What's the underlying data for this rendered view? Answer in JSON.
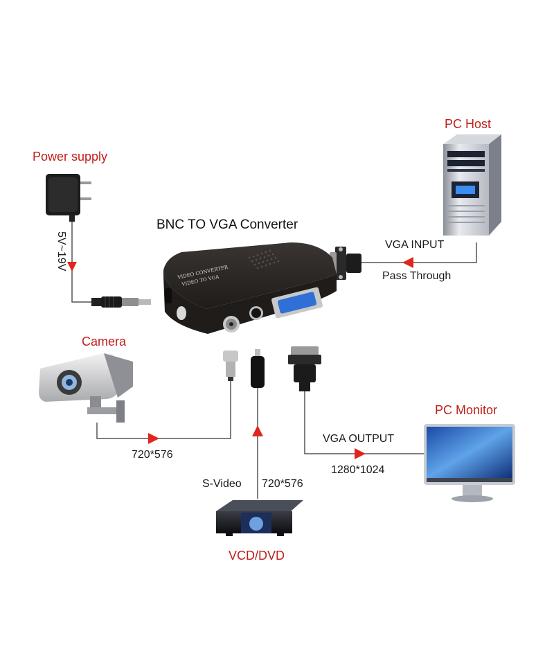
{
  "diagram": {
    "title": "BNC TO VGA Converter",
    "device_labels": {
      "printed_line1": "VIDEO CONVERTER",
      "printed_line2": "VIDEO TO VGA"
    },
    "nodes": {
      "power_supply": "Power supply",
      "pc_host": "PC Host",
      "camera": "Camera",
      "pc_monitor": "PC Monitor",
      "vcd_dvd": "VCD/DVD"
    },
    "connections": {
      "power_voltage": "5V~19V",
      "vga_input": "VGA INPUT",
      "pass_through": "Pass Through",
      "camera_resolution": "720*576",
      "svideo_label": "S-Video",
      "svideo_resolution": "720*576",
      "vga_output": "VGA OUTPUT",
      "output_resolution": "1280*1024"
    },
    "colors": {
      "label_red": "#c0201a",
      "arrow_red": "#e0261c",
      "device_body": "#2b2725",
      "vga_blue": "#2f6fd6"
    }
  }
}
